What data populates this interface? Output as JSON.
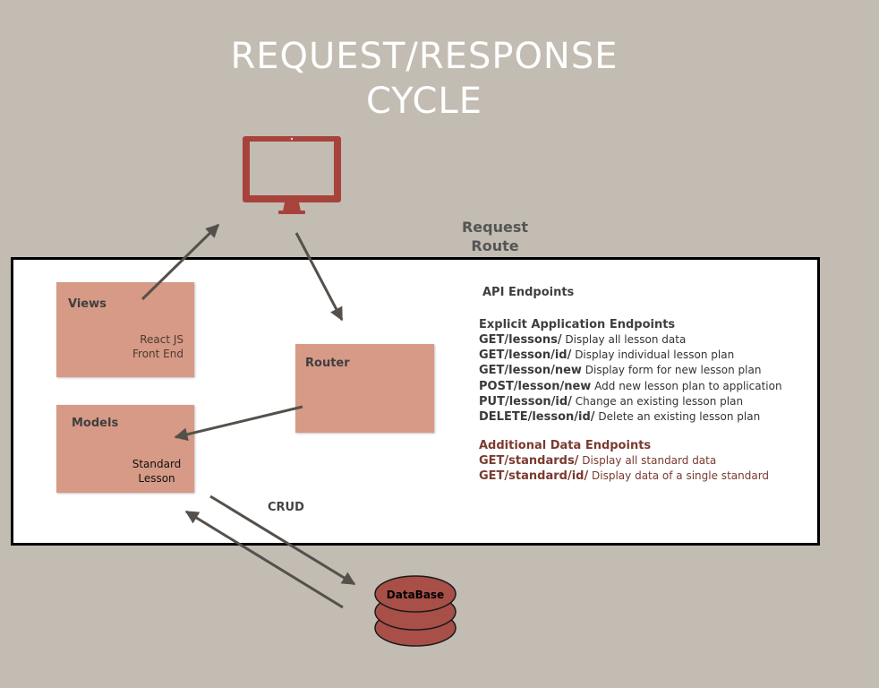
{
  "title": {
    "line1": "REQUEST/RESPONSE",
    "line2": "CYCLE"
  },
  "request_route": {
    "line1": "Request",
    "line2": "Route"
  },
  "views": {
    "label": "Views",
    "sub_line1": "React JS",
    "sub_line2": "Front End"
  },
  "router": {
    "label": "Router"
  },
  "models": {
    "label": "Models",
    "sub_line1": "Standard",
    "sub_line2": "Lesson"
  },
  "crud": "CRUD",
  "database": "DataBase",
  "endpoints": {
    "heading": "API Endpoints",
    "explicit_title": "Explicit Application Endpoints",
    "explicit": [
      {
        "method": "GET/lessons/",
        "desc": "Display all lesson data"
      },
      {
        "method": "GET/lesson/id/",
        "desc": "Display individual lesson plan"
      },
      {
        "method": "GET/lesson/new",
        "desc": "Display form for new lesson plan"
      },
      {
        "method": "POST/lesson/new",
        "desc": "Add new lesson plan to application"
      },
      {
        "method": "PUT/lesson/id/",
        "desc": "Change an existing lesson plan"
      },
      {
        "method": "DELETE/lesson/id/",
        "desc": "Delete an existing lesson plan"
      }
    ],
    "additional_title": "Additional Data Endpoints",
    "additional": [
      {
        "method": "GET/standards/",
        "desc": "Display all standard data"
      },
      {
        "method": "GET/standard/id/",
        "desc": "Display data of a single standard"
      }
    ]
  },
  "colors": {
    "background": "#c2bcb3",
    "box_fill": "#d69a86",
    "monitor": "#a8433c",
    "database": "#a84f47",
    "arrow": "#55504b",
    "additional_text": "#7a3a30"
  },
  "icons": {
    "client": "monitor-icon",
    "storage": "database-icon"
  }
}
